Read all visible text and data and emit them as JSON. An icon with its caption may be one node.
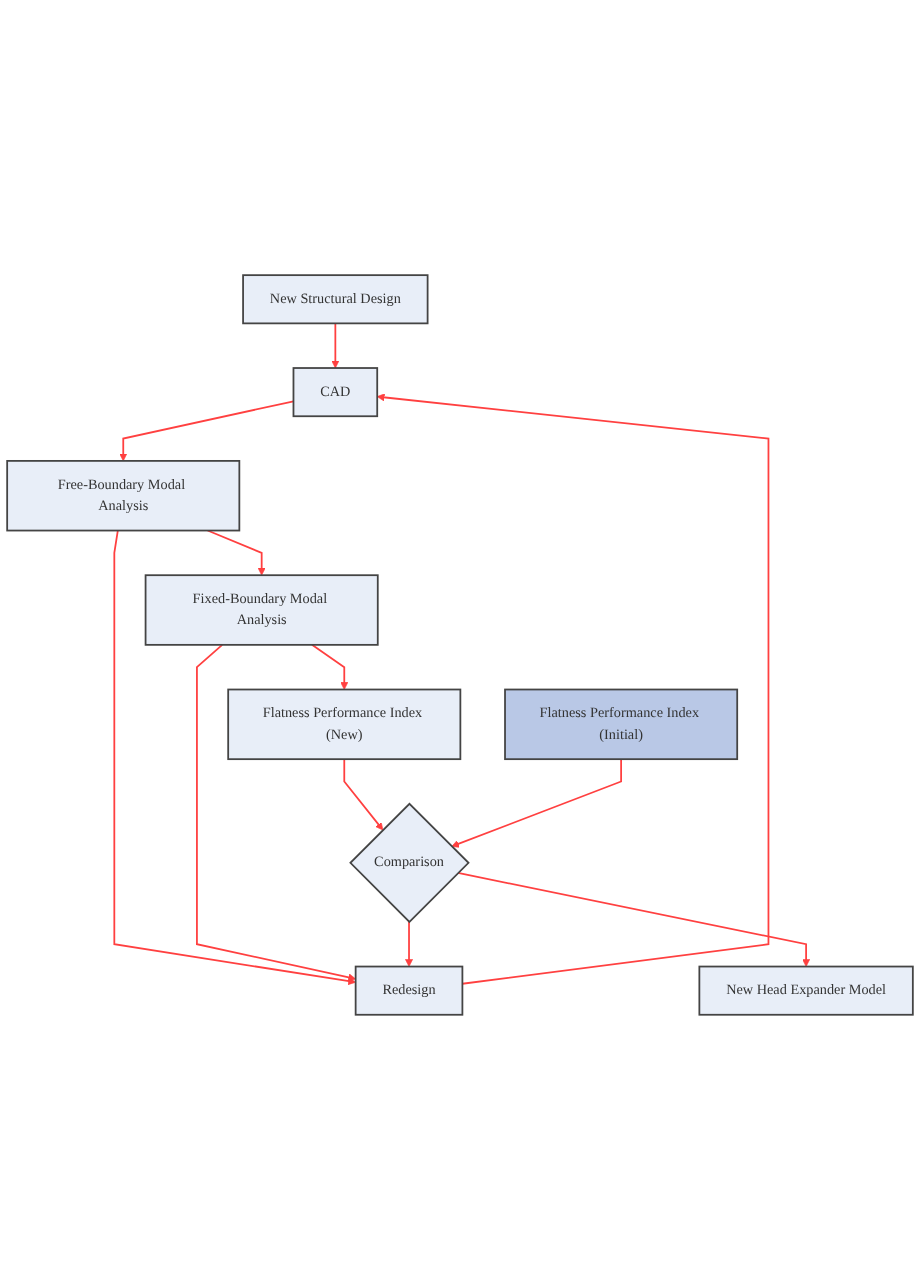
{
  "diagram": {
    "nodes": [
      {
        "text": [
          "New Structural Design"
        ]
      },
      {
        "text": [
          "CAD"
        ]
      },
      {
        "text": [
          "Redesign"
        ]
      },
      {
        "text": [
          "Free-Boundary Modal Analysis"
        ]
      },
      {
        "text": [
          "Fixed-Boundary Modal Analysis"
        ]
      },
      {
        "text": [
          "Flatness Performance Index (New)"
        ]
      },
      {
        "text": [
          "Flatness Performance Index (Initial)"
        ]
      },
      {
        "text": [
          "Comparison"
        ]
      },
      {
        "text": [
          "New Head Expander Model"
        ]
      }
    ],
    "edges": [
      {
        "from": 0,
        "to": 1,
        "arrow": "to"
      },
      {
        "from": 2,
        "to": 1,
        "arrow": "to"
      },
      {
        "from": 1,
        "to": 3,
        "arrow": "to"
      },
      {
        "from": 3,
        "to": 2,
        "arrow": "to"
      },
      {
        "from": 3,
        "to": 4,
        "arrow": "to"
      },
      {
        "from": 4,
        "to": 2,
        "arrow": "to"
      },
      {
        "from": 4,
        "to": 5,
        "arrow": "to"
      },
      {
        "from": 5,
        "to": 7,
        "arrow": "to"
      },
      {
        "from": 6,
        "to": 7,
        "arrow": "to"
      },
      {
        "from": 7,
        "to": 2,
        "arrow": "to"
      },
      {
        "from": 7,
        "to": 8,
        "arrow": "to"
      }
    ]
  }
}
